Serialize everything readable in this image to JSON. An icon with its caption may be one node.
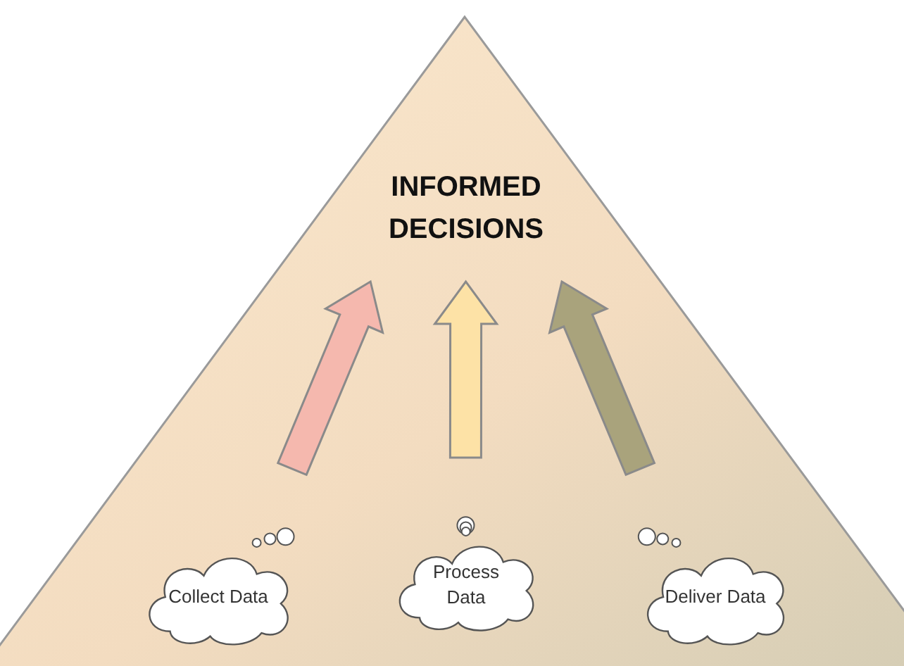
{
  "diagram": {
    "nodes": [
      {
        "text": [
          "INFORMED DECISIONS"
        ]
      },
      {
        "text": [
          "Collect Data"
        ],
        "in": 0
      },
      {
        "text": [
          "Process Data"
        ],
        "in": 0
      },
      {
        "text": [
          "Deliver Data"
        ],
        "in": 0
      }
    ],
    "edges": [
      {
        "from": 1,
        "to": 0,
        "arrow": "to",
        "color": "#f5b8ae"
      },
      {
        "from": 2,
        "to": 0,
        "arrow": "to",
        "color": "#fde2a6"
      },
      {
        "from": 3,
        "to": 0,
        "arrow": "to",
        "color": "#a9a37c"
      }
    ]
  }
}
